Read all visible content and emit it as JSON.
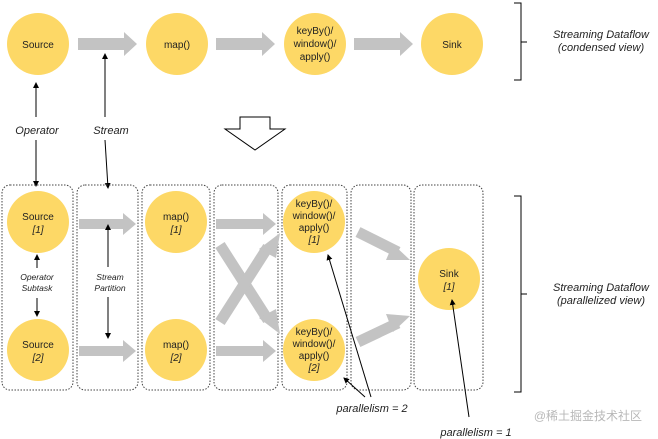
{
  "condensed": {
    "source": "Source",
    "map": "map()",
    "keyby": [
      "keyBy()/",
      "window()/",
      "apply()"
    ],
    "sink": "Sink",
    "caption": [
      "Streaming Dataflow",
      "(condensed view)"
    ]
  },
  "labels": {
    "operator": "Operator",
    "stream": "Stream",
    "operator_subtask": [
      "Operator",
      "Subtask"
    ],
    "stream_partition": [
      "Stream",
      "Partition"
    ],
    "parallelism_2": "parallelism = 2",
    "parallelism_1": "parallelism = 1"
  },
  "parallel": {
    "source1": [
      "Source",
      "[1]"
    ],
    "source2": [
      "Source",
      "[2]"
    ],
    "map1": [
      "map()",
      "[1]"
    ],
    "map2": [
      "map()",
      "[2]"
    ],
    "keyby1": [
      "keyBy()/",
      "window()/",
      "apply()",
      "[1]"
    ],
    "keyby2": [
      "keyBy()/",
      "window()/",
      "apply()",
      "[2]"
    ],
    "sink1": [
      "Sink",
      "[1]"
    ],
    "caption": [
      "Streaming Dataflow",
      "(parallelized view)"
    ]
  },
  "watermark": "@稀土掘金技术社区",
  "colors": {
    "node_fill": "#fdd866",
    "arrow_gray": "#c3c3c3",
    "line": "#000000",
    "box_border": "#444444"
  }
}
